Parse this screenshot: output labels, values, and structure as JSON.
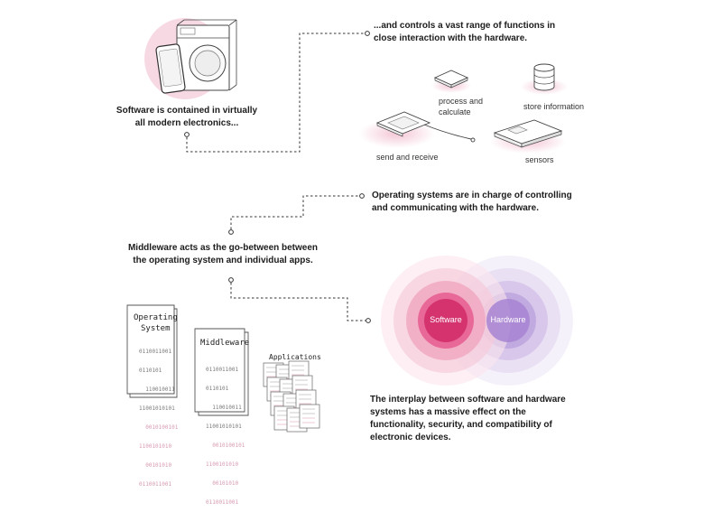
{
  "top_left": {
    "caption": [
      "Software is contained in virtually",
      "all modern electronics..."
    ]
  },
  "top_right": {
    "caption": [
      "...and controls a vast range of functions in",
      "close interaction with the hardware."
    ],
    "functions": {
      "process": [
        "process and",
        "calculate"
      ],
      "store": "store information",
      "send": "send and receive",
      "sensors": "sensors"
    }
  },
  "middle": {
    "os_caption": [
      "Operating systems are in charge of controlling",
      "and communicating with the hardware."
    ],
    "middleware_caption": [
      "Middleware acts as the go-between between",
      "the operating system and individual apps."
    ]
  },
  "bottom_left": {
    "os_doc": {
      "title": [
        "Operating",
        "System"
      ],
      "bits": [
        "0110011001",
        "0110101",
        "  110010011",
        "11001010101",
        "  0010100101",
        "1100101010",
        "  00101010",
        "0110011001"
      ]
    },
    "middleware_doc": {
      "title": "Middleware",
      "bits": [
        "0110011001",
        "0110101",
        "  110010011",
        "11001010101",
        "  0010100101",
        "1100101010",
        "  00101010",
        "0110011001"
      ]
    },
    "applications_title": "Applications"
  },
  "bottom_right": {
    "software_label": "Software",
    "hardware_label": "Hardware",
    "caption": [
      "The interplay between software and hardware",
      "systems has a massive effect on the",
      "functionality, security, and compatibility of",
      "electronic devices."
    ]
  },
  "colors": {
    "pink_dark": "#d4336e",
    "pink_light": "#f5d3df",
    "purple": "#9b78c8",
    "purple_light": "#e6dcf2",
    "line": "#333333"
  }
}
